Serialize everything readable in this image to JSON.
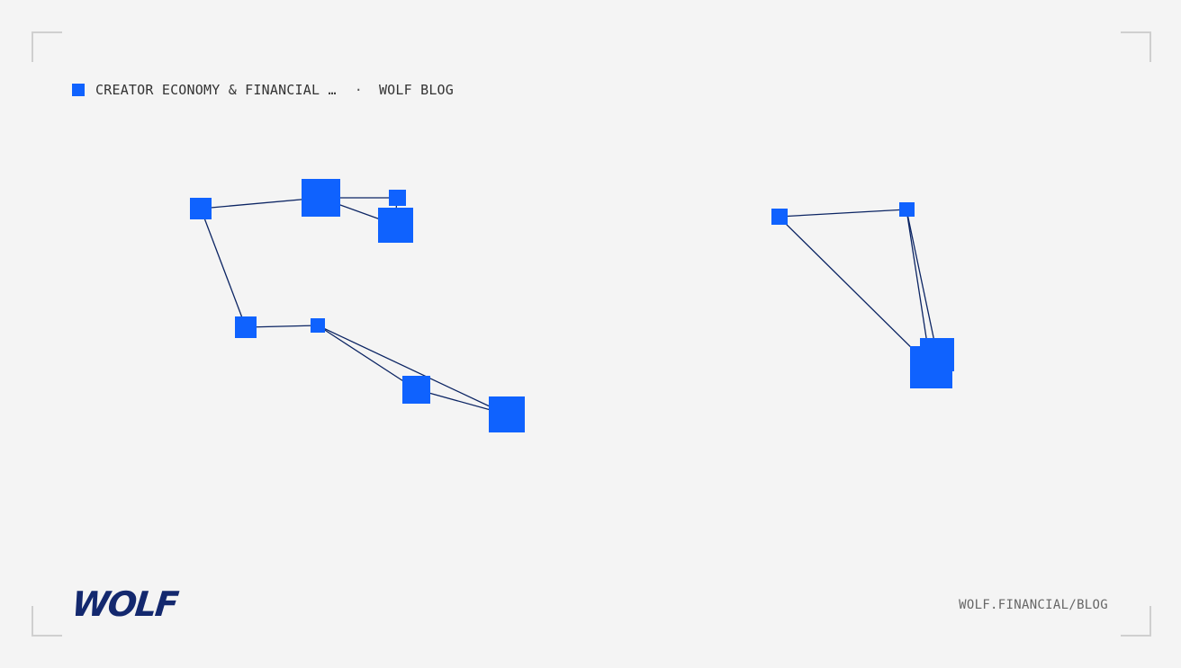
{
  "header": {
    "title": "CREATOR ECONOMY & FINANCIAL …",
    "separator": "·",
    "section": "WOLF BLOG"
  },
  "footer": {
    "logo_text": "WOLF",
    "url": "WOLF.FINANCIAL/BLOG"
  },
  "colors": {
    "accent": "#0f62fe",
    "edge": "#0b2463",
    "logo": "#13286e",
    "background": "#f4f4f4"
  },
  "icons": {
    "header_marker": "blue-square-icon"
  }
}
